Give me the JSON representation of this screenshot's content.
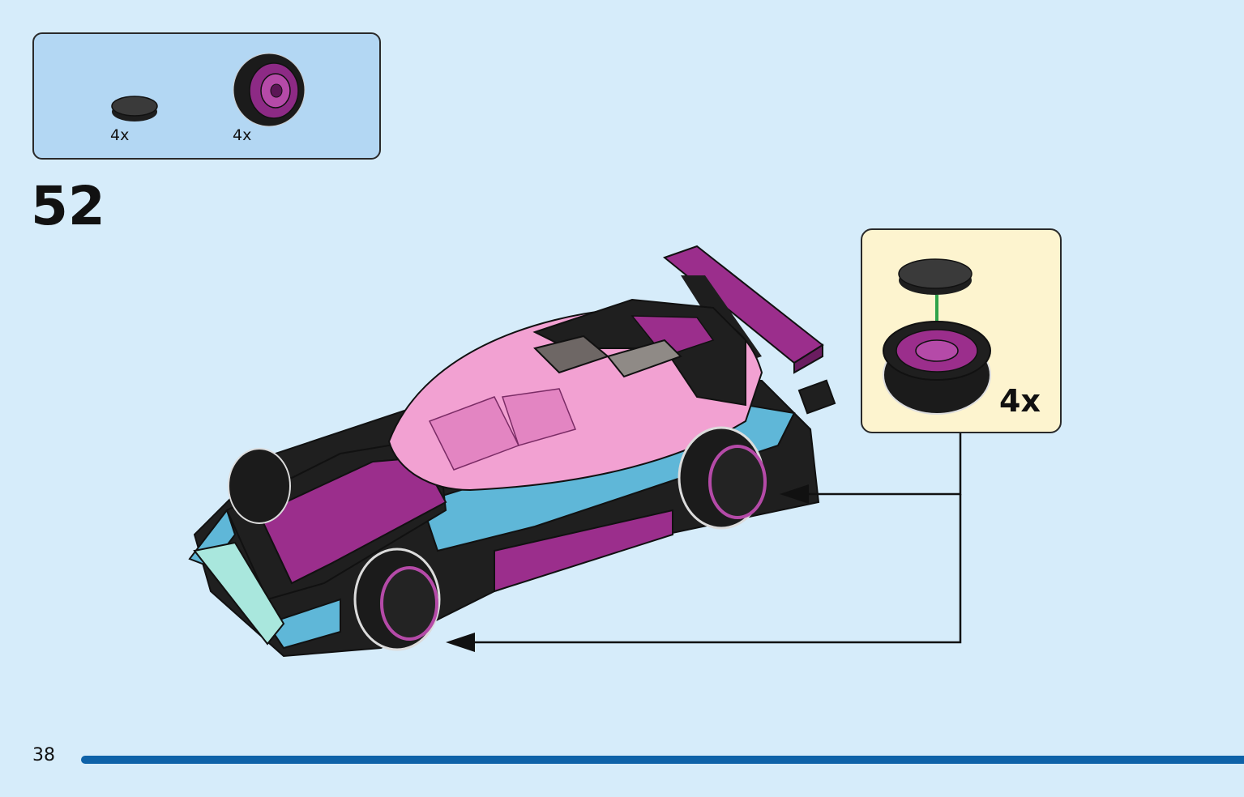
{
  "parts_list": {
    "items": [
      {
        "name": "round-tile-black",
        "quantity": "4x"
      },
      {
        "name": "wheel-magenta-black-tire",
        "quantity": "4x"
      }
    ]
  },
  "step": {
    "number": "52"
  },
  "callout": {
    "quantity": "4x"
  },
  "page": {
    "number": "38"
  },
  "colors": {
    "background": "#d6ecfa",
    "parts_box": "#b3d7f3",
    "callout_box": "#fdf4cf",
    "page_rule": "#0e62a8",
    "magenta": "#9b2e8c",
    "azure": "#5fb7d8",
    "black": "#222222",
    "trans_pink": "#f2a1d2",
    "arrow_green": "#2fa34a"
  }
}
